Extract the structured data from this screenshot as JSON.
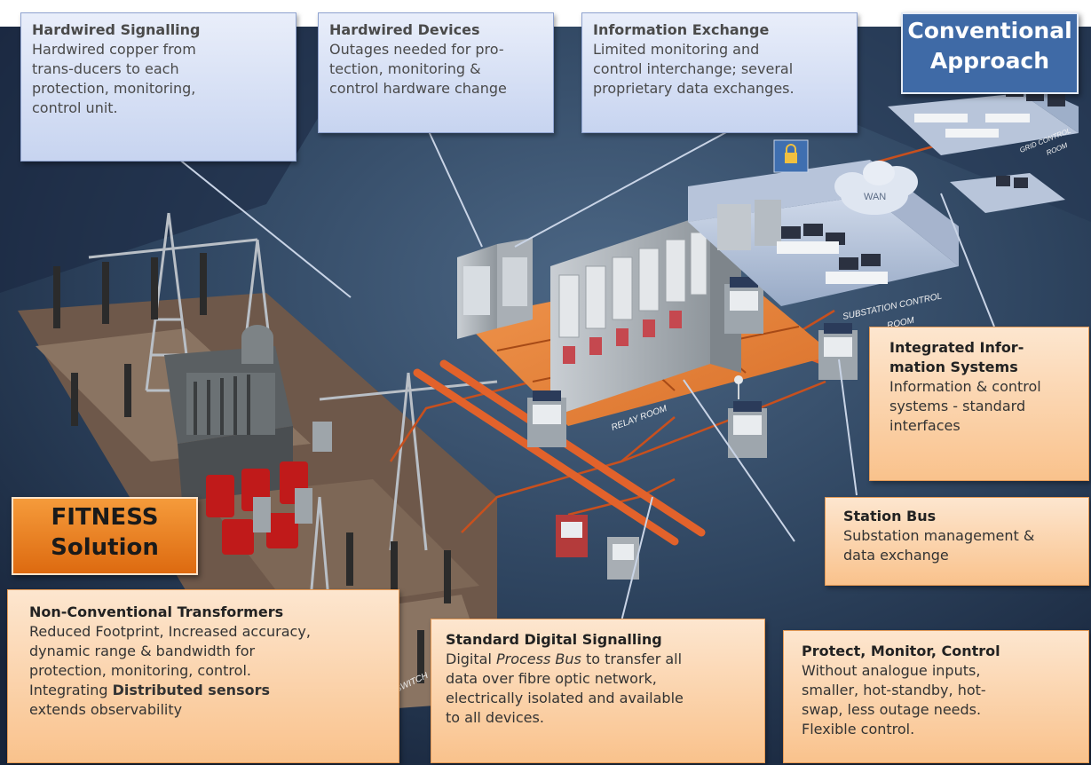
{
  "banners": {
    "conventional": [
      "Conventional",
      "Approach"
    ],
    "fitness": [
      "FITNESS",
      "Solution"
    ]
  },
  "callouts": {
    "hardwired_signalling": {
      "title": "Hardwired Signalling",
      "lines": [
        "Hardwired copper from",
        "trans-ducers to each",
        "protection, monitoring,",
        "control unit."
      ]
    },
    "hardwired_devices": {
      "title": "Hardwired Devices",
      "lines": [
        "Outages needed for pro-",
        "tection, monitoring &",
        "control hardware change"
      ]
    },
    "information_exchange": {
      "title": "Information Exchange",
      "lines": [
        "Limited monitoring and",
        "control interchange; several",
        "proprietary data exchanges."
      ]
    },
    "integrated_info": {
      "title_lines": [
        "Integrated Infor-",
        "mation Systems"
      ],
      "lines": [
        "Information & control",
        "systems - standard",
        "interfaces"
      ]
    },
    "station_bus": {
      "title": "Station Bus",
      "lines": [
        "Substation management &",
        "data exchange"
      ]
    },
    "non_conventional": {
      "title": "Non-Conventional Transformers",
      "lines": [
        "Reduced Footprint, Increased accuracy,",
        "dynamic range & bandwidth for",
        "protection, monitoring, control."
      ],
      "integrating_prefix": "Integrating ",
      "integrating_bold": "Distributed sensors",
      "last_line": "extends observability"
    },
    "standard_digital": {
      "title": "Standard Digital Signalling",
      "line1_prefix": "Digital ",
      "line1_italic": "Process Bus",
      "line1_suffix": " to transfer all",
      "lines": [
        "data over fibre optic network,",
        "electrically isolated and available",
        "to all devices."
      ]
    },
    "protect_monitor": {
      "title": "Protect, Monitor, Control",
      "lines": [
        "Without analogue inputs,",
        "smaller, hot-standby, hot-",
        "swap, less outage needs.",
        "Flexible control."
      ]
    }
  },
  "scene_labels": {
    "relay_room": "RELAY ROOM",
    "substation_control_room": [
      "SUBSTATION CONTROL",
      "ROOM"
    ],
    "grid_control_room": [
      "GRID CONTROL",
      "ROOM"
    ],
    "wan": "WAN",
    "switchyard": "SWITCH"
  },
  "colors": {
    "scene_dark": "#1d2b3f",
    "scene_mid": "#3a5370",
    "floor_orange": "#e9803a",
    "fibre_red": "#c8501e",
    "callout_blue": "#c7d4f0",
    "callout_orange": "#f9c28c",
    "banner_blue": "#3f6aa6",
    "banner_orange": "#dd6a10"
  }
}
